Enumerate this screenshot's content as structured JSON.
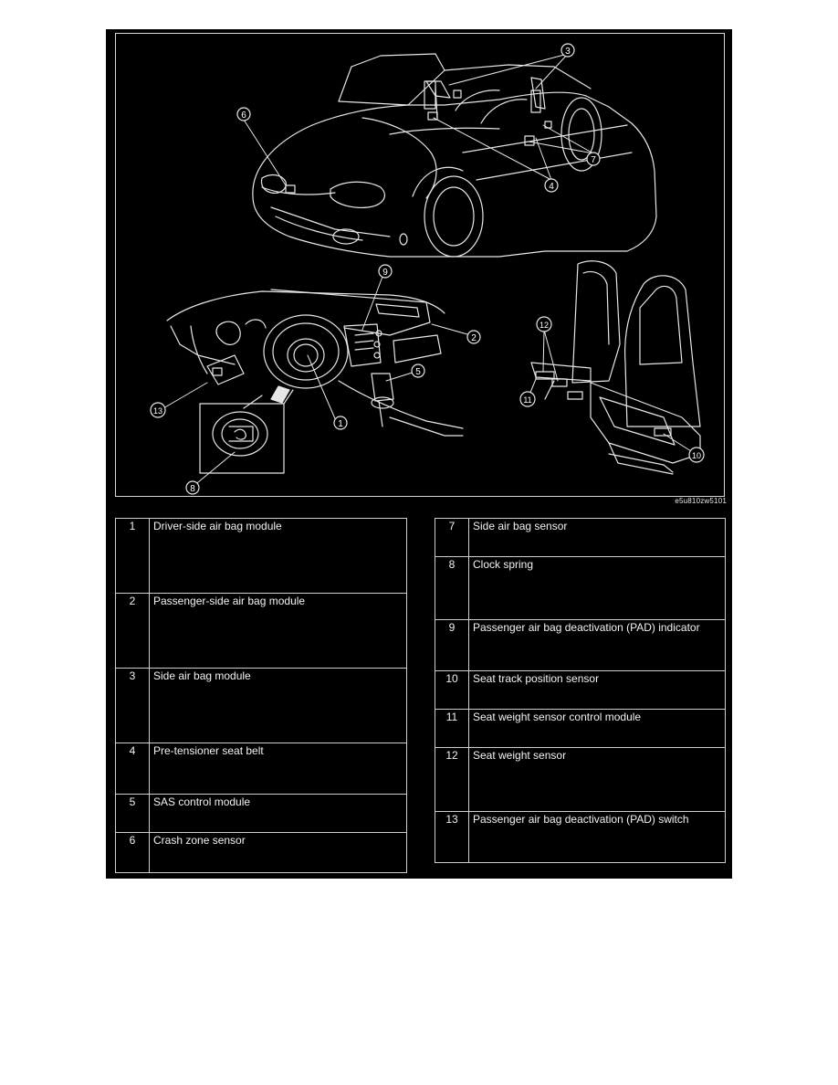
{
  "figure": {
    "code": "e5u810zw5101",
    "callouts": [
      "1",
      "2",
      "3",
      "4",
      "5",
      "6",
      "7",
      "8",
      "9",
      "10",
      "11",
      "12",
      "13"
    ]
  },
  "left_table": [
    {
      "num": "1",
      "label": "Driver-side air bag module"
    },
    {
      "num": "2",
      "label": "Passenger-side air bag module"
    },
    {
      "num": "3",
      "label": "Side air bag module"
    },
    {
      "num": "4",
      "label": "Pre-tensioner seat belt"
    },
    {
      "num": "5",
      "label": "SAS control module"
    },
    {
      "num": "6",
      "label": "Crash zone sensor"
    }
  ],
  "right_table": [
    {
      "num": "7",
      "label": "Side air bag sensor"
    },
    {
      "num": "8",
      "label": "Clock spring"
    },
    {
      "num": "9",
      "label": "Passenger air bag deactivation (PAD) indicator"
    },
    {
      "num": "10",
      "label": "Seat track position sensor"
    },
    {
      "num": "11",
      "label": "Seat weight sensor control module"
    },
    {
      "num": "12",
      "label": "Seat weight sensor"
    },
    {
      "num": "13",
      "label": "Passenger air bag deactivation (PAD) switch"
    }
  ]
}
